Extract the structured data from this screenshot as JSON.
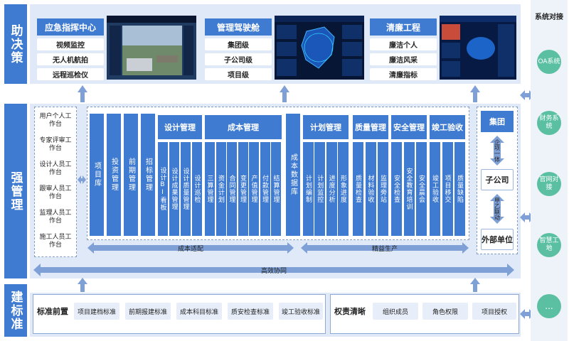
{
  "tiers": {
    "top": "助决策",
    "mid": "强管理",
    "bottom": "建标准"
  },
  "decision": {
    "groups": [
      {
        "title": "应急指挥中心",
        "items": [
          "视频监控",
          "无人机航拍",
          "远程巡检仪"
        ]
      },
      {
        "title": "管理驾驶舱",
        "items": [
          "集团级",
          "子公司级",
          "项目级"
        ]
      },
      {
        "title": "清廉工程",
        "items": [
          "廉洁个人",
          "廉洁风采",
          "清廉指标"
        ]
      }
    ]
  },
  "mgmt": {
    "left_roles": [
      "用户个人工作台",
      "专家评审工作台",
      "设计人员工作台",
      "跟审人员工作台",
      "监理人员工作台",
      "施工人员工作台"
    ],
    "columns_single": [
      "项目库",
      "投资管理",
      "前期管理",
      "招标管理"
    ],
    "design": {
      "title": "设计管理",
      "subs": [
        "设计BI看板",
        "设计成果管理",
        "设计质量管理",
        "设计巡检"
      ]
    },
    "cost": {
      "title": "成本管理",
      "subs": [
        "三算管理",
        "资金计划",
        "合同管理",
        "变更管理",
        "产值管理",
        "付款管理",
        "结算管理"
      ]
    },
    "cost_db": "成本数据库",
    "plan": {
      "title": "计划管理",
      "subs": [
        "计划编制",
        "计划监控",
        "进度分析",
        "形象进度"
      ]
    },
    "quality": {
      "title": "质量管理",
      "subs": [
        "质量检查",
        "材料验收",
        "监理旁站"
      ]
    },
    "safety": {
      "title": "安全管理",
      "subs": [
        "安全检查",
        "安全教育培训",
        "安全晨会"
      ]
    },
    "accept": {
      "title": "竣工验收",
      "subs": [
        "竣工验收",
        "项目移交",
        "质量缺陷"
      ]
    },
    "arrow_left": "成本适配",
    "arrow_right": "精益生产",
    "arrow_full": "高效协同",
    "org": {
      "group": "集团",
      "link1": "企项一体",
      "sub": "子公司",
      "link2": "甲乙联动",
      "ext": "外部单位"
    }
  },
  "standards": {
    "title": "标准前置",
    "items": [
      "项目建档标准",
      "前期报建标准",
      "成本科目标准",
      "质安检查标准",
      "竣工验收标准"
    ],
    "title2": "权责清晰",
    "items2": [
      "组织成员",
      "角色权限",
      "项目授权"
    ]
  },
  "side": {
    "title": "系统对接",
    "items": [
      "OA系统",
      "财务系统",
      "官网对接",
      "智慧工地",
      "..."
    ]
  },
  "shot1": {
    "caption": "应急指挥中心"
  },
  "colors": {
    "primary": "#3f7bd1",
    "panel": "#dfe9f7",
    "teal": "#5bc0a2",
    "arrow": "#7ea0d6"
  }
}
